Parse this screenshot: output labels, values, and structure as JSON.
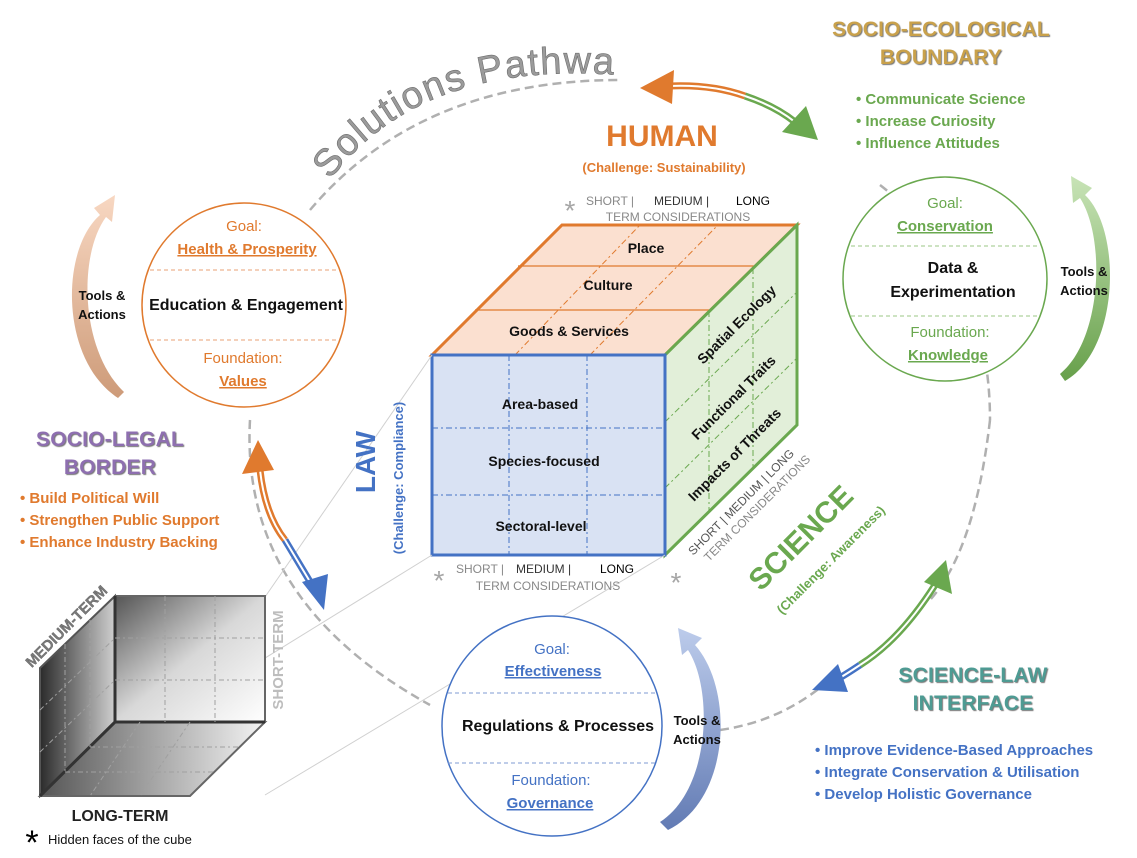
{
  "pathway_title": "Solutions Pathway",
  "human": {
    "label": "HUMAN",
    "challenge": "(Challenge:  Sustainability)",
    "term_short": "SHORT  |",
    "term_medium": "MEDIUM  |",
    "term_long": "LONG",
    "term_caption": "TERM CONSIDERATIONS",
    "faces": [
      "Place",
      "Culture",
      "Goods & Services"
    ]
  },
  "law": {
    "label": "LAW",
    "challenge": "(Challenge: Compliance)",
    "faces": [
      "Area-based",
      "Species-focused",
      "Sectoral-level"
    ],
    "term_short": "SHORT  |",
    "term_medium": "MEDIUM  |",
    "term_long": "LONG",
    "term_caption": "TERM CONSIDERATIONS"
  },
  "science": {
    "label": "SCIENCE",
    "challenge": "(Challenge:  Awareness)",
    "faces": [
      "Spatial Ecology",
      "Functional Traits",
      "Impacts of Threats"
    ],
    "term_line1": "SHORT  |  MEDIUM  |  LONG",
    "term_caption": "TERM CONSIDERATIONS"
  },
  "circles": {
    "human": {
      "goal_label": "Goal:",
      "goal": "Health & Prosperity",
      "center": "Education & Engagement",
      "foundation_label": "Foundation:",
      "foundation": "Values"
    },
    "science": {
      "goal_label": "Goal:",
      "goal": "Conservation",
      "center_line1": "Data &",
      "center_line2": "Experimentation",
      "foundation_label": "Foundation:",
      "foundation": "Knowledge"
    },
    "law": {
      "goal_label": "Goal:",
      "goal": "Effectiveness",
      "center": "Regulations & Processes",
      "foundation_label": "Foundation:",
      "foundation": "Governance"
    }
  },
  "tools": {
    "line1": "Tools &",
    "line2": "Actions"
  },
  "socio_ecological": {
    "title_line1": "SOCIO-ECOLOGICAL",
    "title_line2": "BOUNDARY",
    "bullets": [
      "Communicate Science",
      "Increase Curiosity",
      "Influence Attitudes"
    ]
  },
  "socio_legal": {
    "title_line1": "SOCIO-LEGAL",
    "title_line2": "BORDER",
    "bullets": [
      "Build Political Will",
      "Strengthen Public Support",
      "Enhance Industry Backing"
    ]
  },
  "science_law": {
    "title_line1": "SCIENCE-LAW",
    "title_line2": "INTERFACE",
    "bullets": [
      "Improve Evidence-Based Approaches",
      "Integrate Conservation & Utilisation",
      "Develop Holistic Governance"
    ]
  },
  "hidden_cube": {
    "medium": "MEDIUM-TERM",
    "short": "SHORT-TERM",
    "long": "LONG-TERM",
    "asterisk": "*",
    "footnote": "Hidden faces of the cube"
  },
  "colors": {
    "orange": "#e07a2e",
    "green": "#6aa84f",
    "blue": "#4472c4",
    "human_face": "#fbe0d0",
    "law_face": "#d9e2f3",
    "science_face": "#e2efd9",
    "gray": "#9a9a9a"
  }
}
